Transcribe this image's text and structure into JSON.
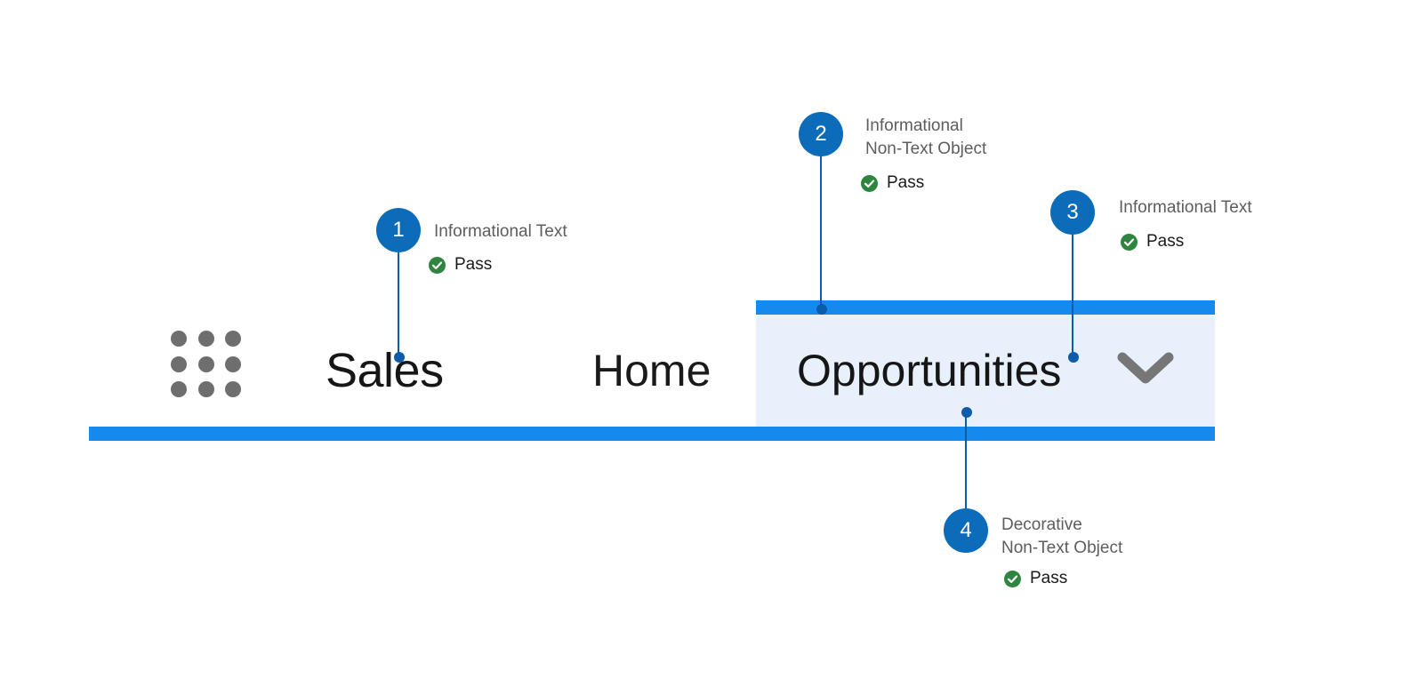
{
  "app": {
    "launcher_icon": "app-launcher-grid-icon",
    "name": "Sales",
    "tabs": [
      {
        "label": "Home",
        "active": false
      },
      {
        "label": "Opportunities",
        "active": true
      }
    ],
    "tab_dropdown_icon": "chevron-down-icon",
    "colors": {
      "accent_blue": "#1589ee",
      "tab_highlight_bg": "#e8f1fb",
      "callout_blue": "#0d6cb9",
      "callout_line": "#0b5cab",
      "pass_green": "#2e8540",
      "grid_dot_gray": "#6e6e6e",
      "label_gray": "#5d5d5d",
      "text_black": "#161616"
    }
  },
  "annotations": [
    {
      "number": "1",
      "title_lines": [
        "Informational Text"
      ],
      "status": "Pass",
      "status_icon": "check-circle-icon",
      "target": "app-name-sales"
    },
    {
      "number": "2",
      "title_lines": [
        "Informational",
        "Non-Text Object"
      ],
      "status": "Pass",
      "status_icon": "check-circle-icon",
      "target": "tab-top-accent-bar"
    },
    {
      "number": "3",
      "title_lines": [
        "Informational Text"
      ],
      "status": "Pass",
      "status_icon": "check-circle-icon",
      "target": "tab-label-opportunities"
    },
    {
      "number": "4",
      "title_lines": [
        "Decorative",
        "Non-Text Object"
      ],
      "status": "Pass",
      "status_icon": "check-circle-icon",
      "target": "tab-highlight-background"
    }
  ]
}
